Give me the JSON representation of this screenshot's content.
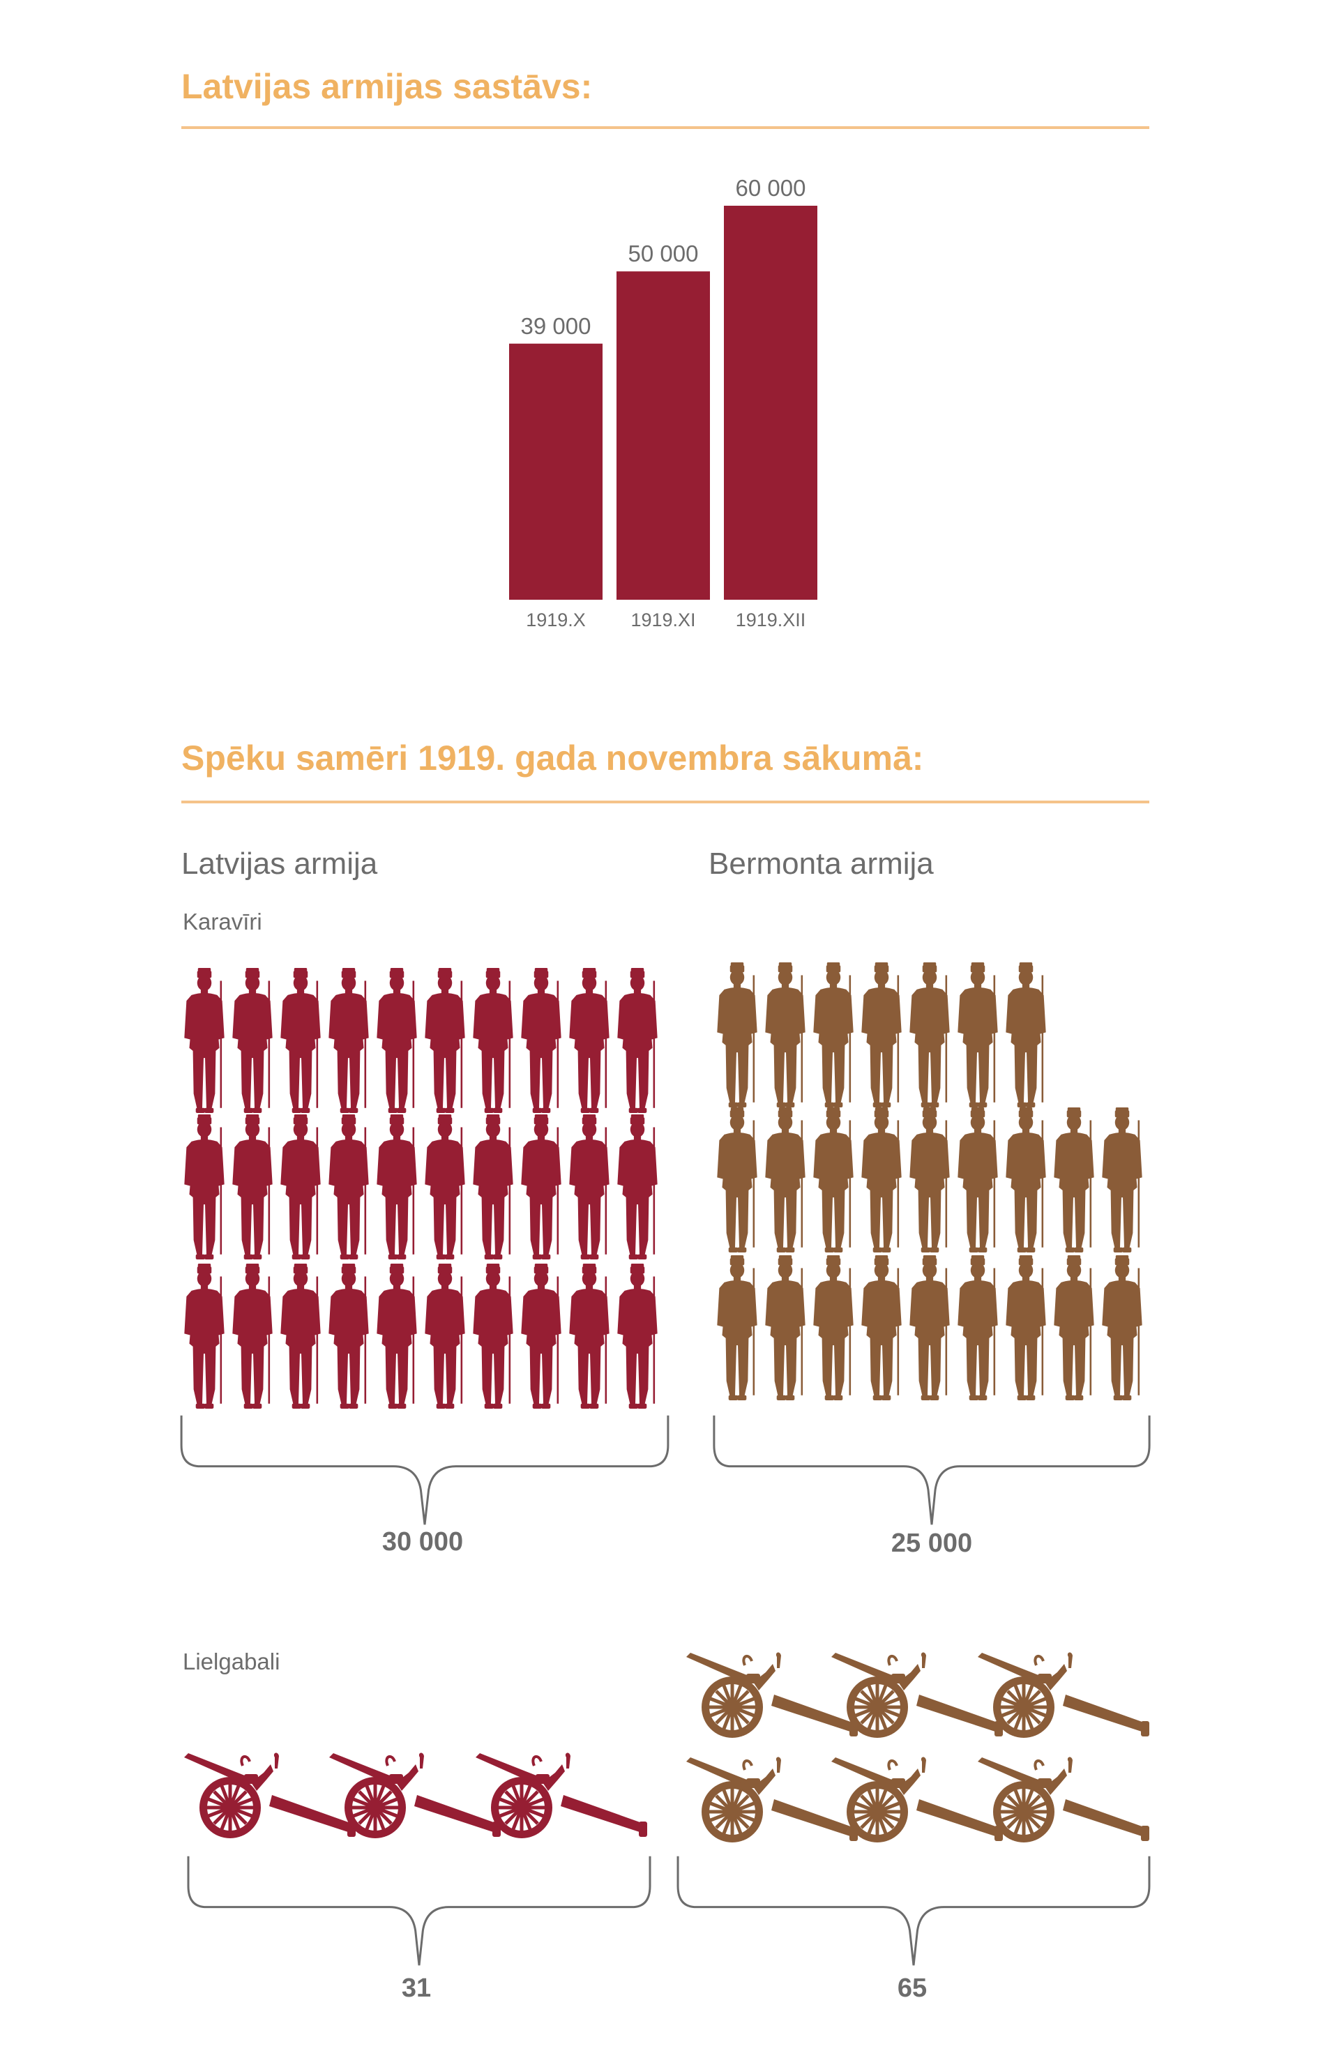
{
  "colors": {
    "accent": "#f0b262",
    "latvian": "#961e33",
    "bermont": "#8a5c38",
    "text": "#6c6c6c"
  },
  "icons": {
    "soldier": "soldier-icon",
    "cannon": "cannon-icon"
  },
  "chart_data": [
    {
      "type": "bar",
      "title": "Latvijas armijas sastāvs:",
      "categories": [
        "1919.X",
        "1919.XI",
        "1919.XII"
      ],
      "values": [
        39000,
        50000,
        60000
      ],
      "value_labels": [
        "39 000",
        "50 000",
        "60 000"
      ],
      "ylim": [
        0,
        60000
      ],
      "grid": false
    },
    {
      "type": "pictogram",
      "title": "Spēku samēri 1919. gada novembra sākumā:",
      "armies": [
        "Latvijas armija",
        "Bermonta armija"
      ],
      "groups": [
        {
          "label": "Karavīri",
          "icon": "soldier-icon",
          "totals": [
            "30 000",
            "25 000"
          ],
          "icon_counts": [
            30,
            25
          ]
        },
        {
          "label": "Lielgabali",
          "icon": "cannon-icon",
          "totals": [
            "31",
            "65"
          ],
          "icon_counts": [
            3,
            6
          ]
        }
      ]
    }
  ]
}
